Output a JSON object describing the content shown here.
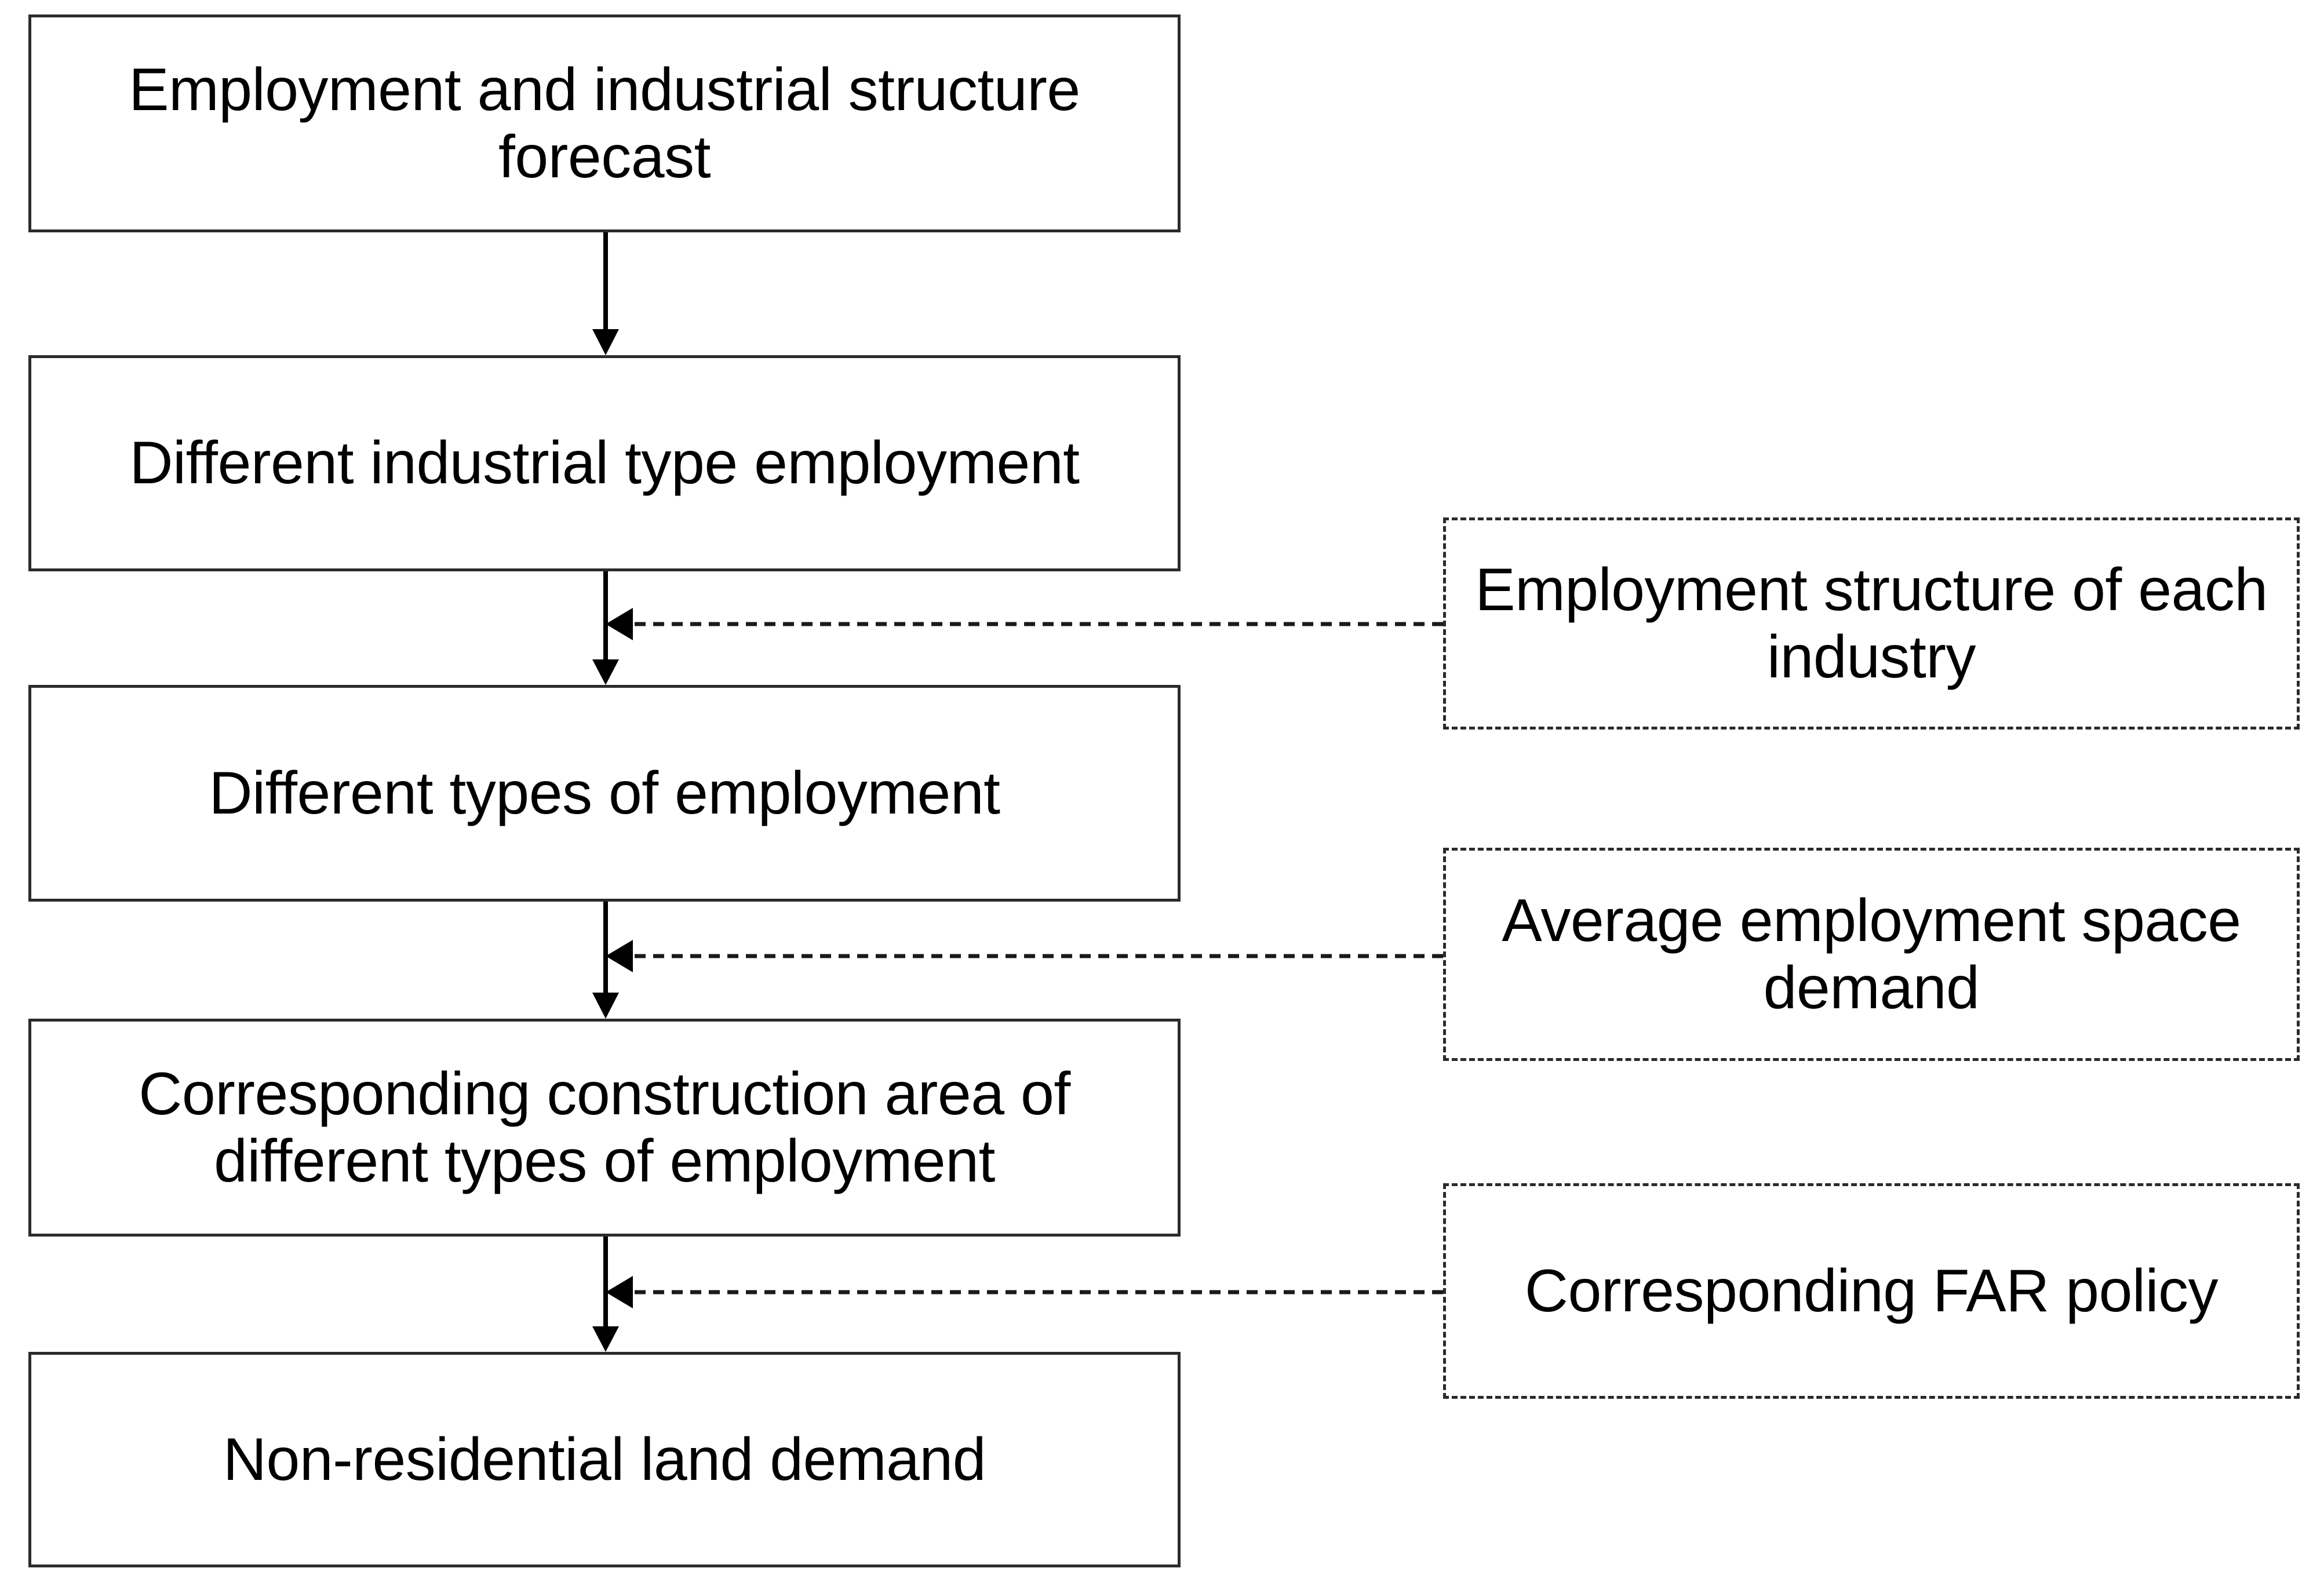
{
  "diagram": {
    "type": "flowchart",
    "orientation": "top-to-bottom",
    "background_color": "#ffffff",
    "line_color": "#2b2b2b",
    "text_color": "#000000",
    "main_flow": [
      {
        "id": "node-1",
        "label": "Employment and industrial structure\nforecast",
        "border_style": "solid"
      },
      {
        "id": "node-2",
        "label": "Different industrial type employment",
        "border_style": "solid"
      },
      {
        "id": "node-3",
        "label": "Different types of employment",
        "border_style": "solid"
      },
      {
        "id": "node-4",
        "label": "Corresponding construction area of\ndifferent types of employment",
        "border_style": "solid"
      },
      {
        "id": "node-5",
        "label": "Non-residential land demand",
        "border_style": "solid"
      }
    ],
    "inputs": [
      {
        "id": "input-1",
        "label": "Employment structure of each\nindustry",
        "border_style": "dashed",
        "feeds_into": "node-3"
      },
      {
        "id": "input-2",
        "label": "Average employment space\ndemand",
        "border_style": "dashed",
        "feeds_into": "node-4"
      },
      {
        "id": "input-3",
        "label": "Corresponding FAR policy",
        "border_style": "dashed",
        "feeds_into": "node-5"
      }
    ],
    "connectors": [
      {
        "id": "arrow-1-2",
        "from": "node-1",
        "to": "node-2",
        "style": "solid",
        "direction": "down"
      },
      {
        "id": "arrow-2-3",
        "from": "node-2",
        "to": "node-3",
        "style": "solid",
        "direction": "down"
      },
      {
        "id": "arrow-3-4",
        "from": "node-3",
        "to": "node-4",
        "style": "solid",
        "direction": "down"
      },
      {
        "id": "arrow-4-5",
        "from": "node-4",
        "to": "node-5",
        "style": "solid",
        "direction": "down"
      },
      {
        "id": "arrow-input-1",
        "from": "input-1",
        "to": "arrow-2-3",
        "style": "dashed",
        "direction": "left"
      },
      {
        "id": "arrow-input-2",
        "from": "input-2",
        "to": "arrow-3-4",
        "style": "dashed",
        "direction": "left"
      },
      {
        "id": "arrow-input-3",
        "from": "input-3",
        "to": "arrow-4-5",
        "style": "dashed",
        "direction": "left"
      }
    ]
  }
}
